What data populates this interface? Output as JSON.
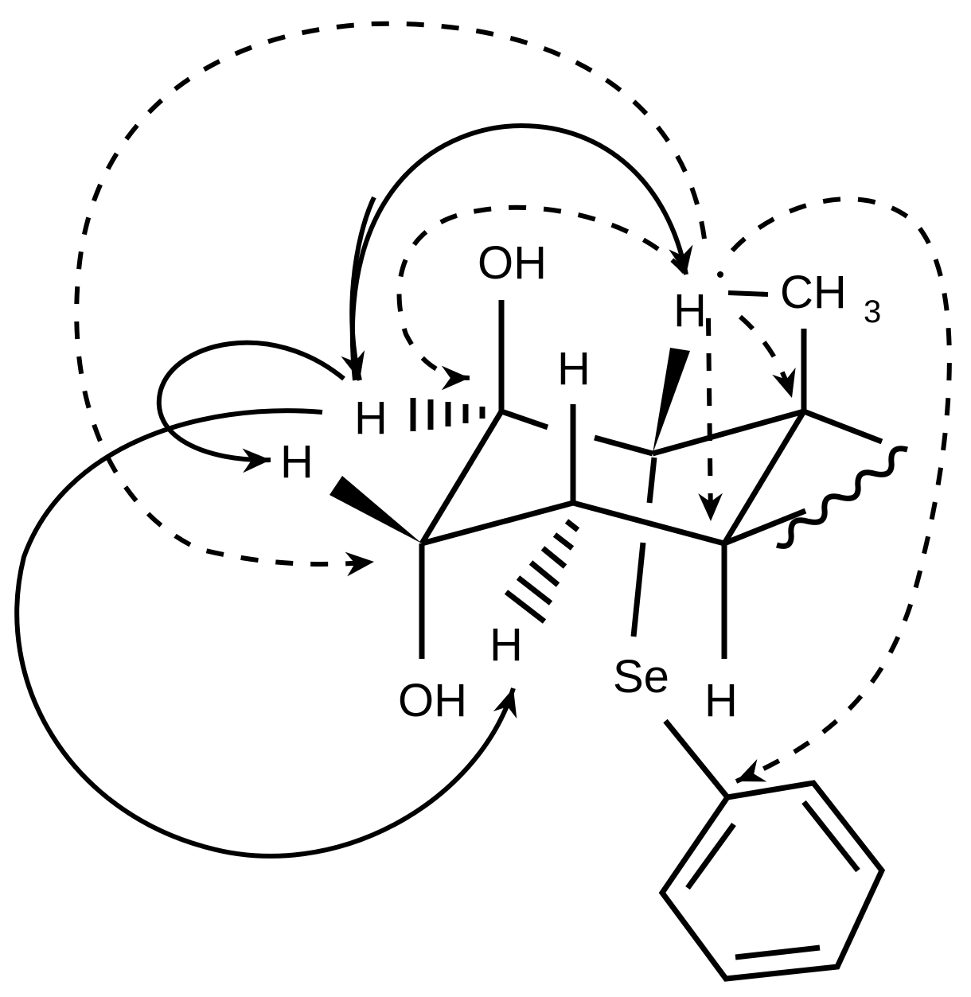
{
  "labels": {
    "oh_top": "OH",
    "oh_bottom": "OH",
    "ch3_main": "CH",
    "ch3_sub": "3",
    "se": "Se",
    "h_top_right": "H",
    "h_mid_top": "H",
    "h_left_upper": "H",
    "h_left_lower": "H",
    "h_bottom_center": "H",
    "h_bottom_right": "H"
  },
  "colors": {
    "ink": "#000000",
    "background": "#ffffff"
  },
  "legend_styles": {
    "solid_arrow": "solid",
    "dashed_arrow": "dashed"
  }
}
